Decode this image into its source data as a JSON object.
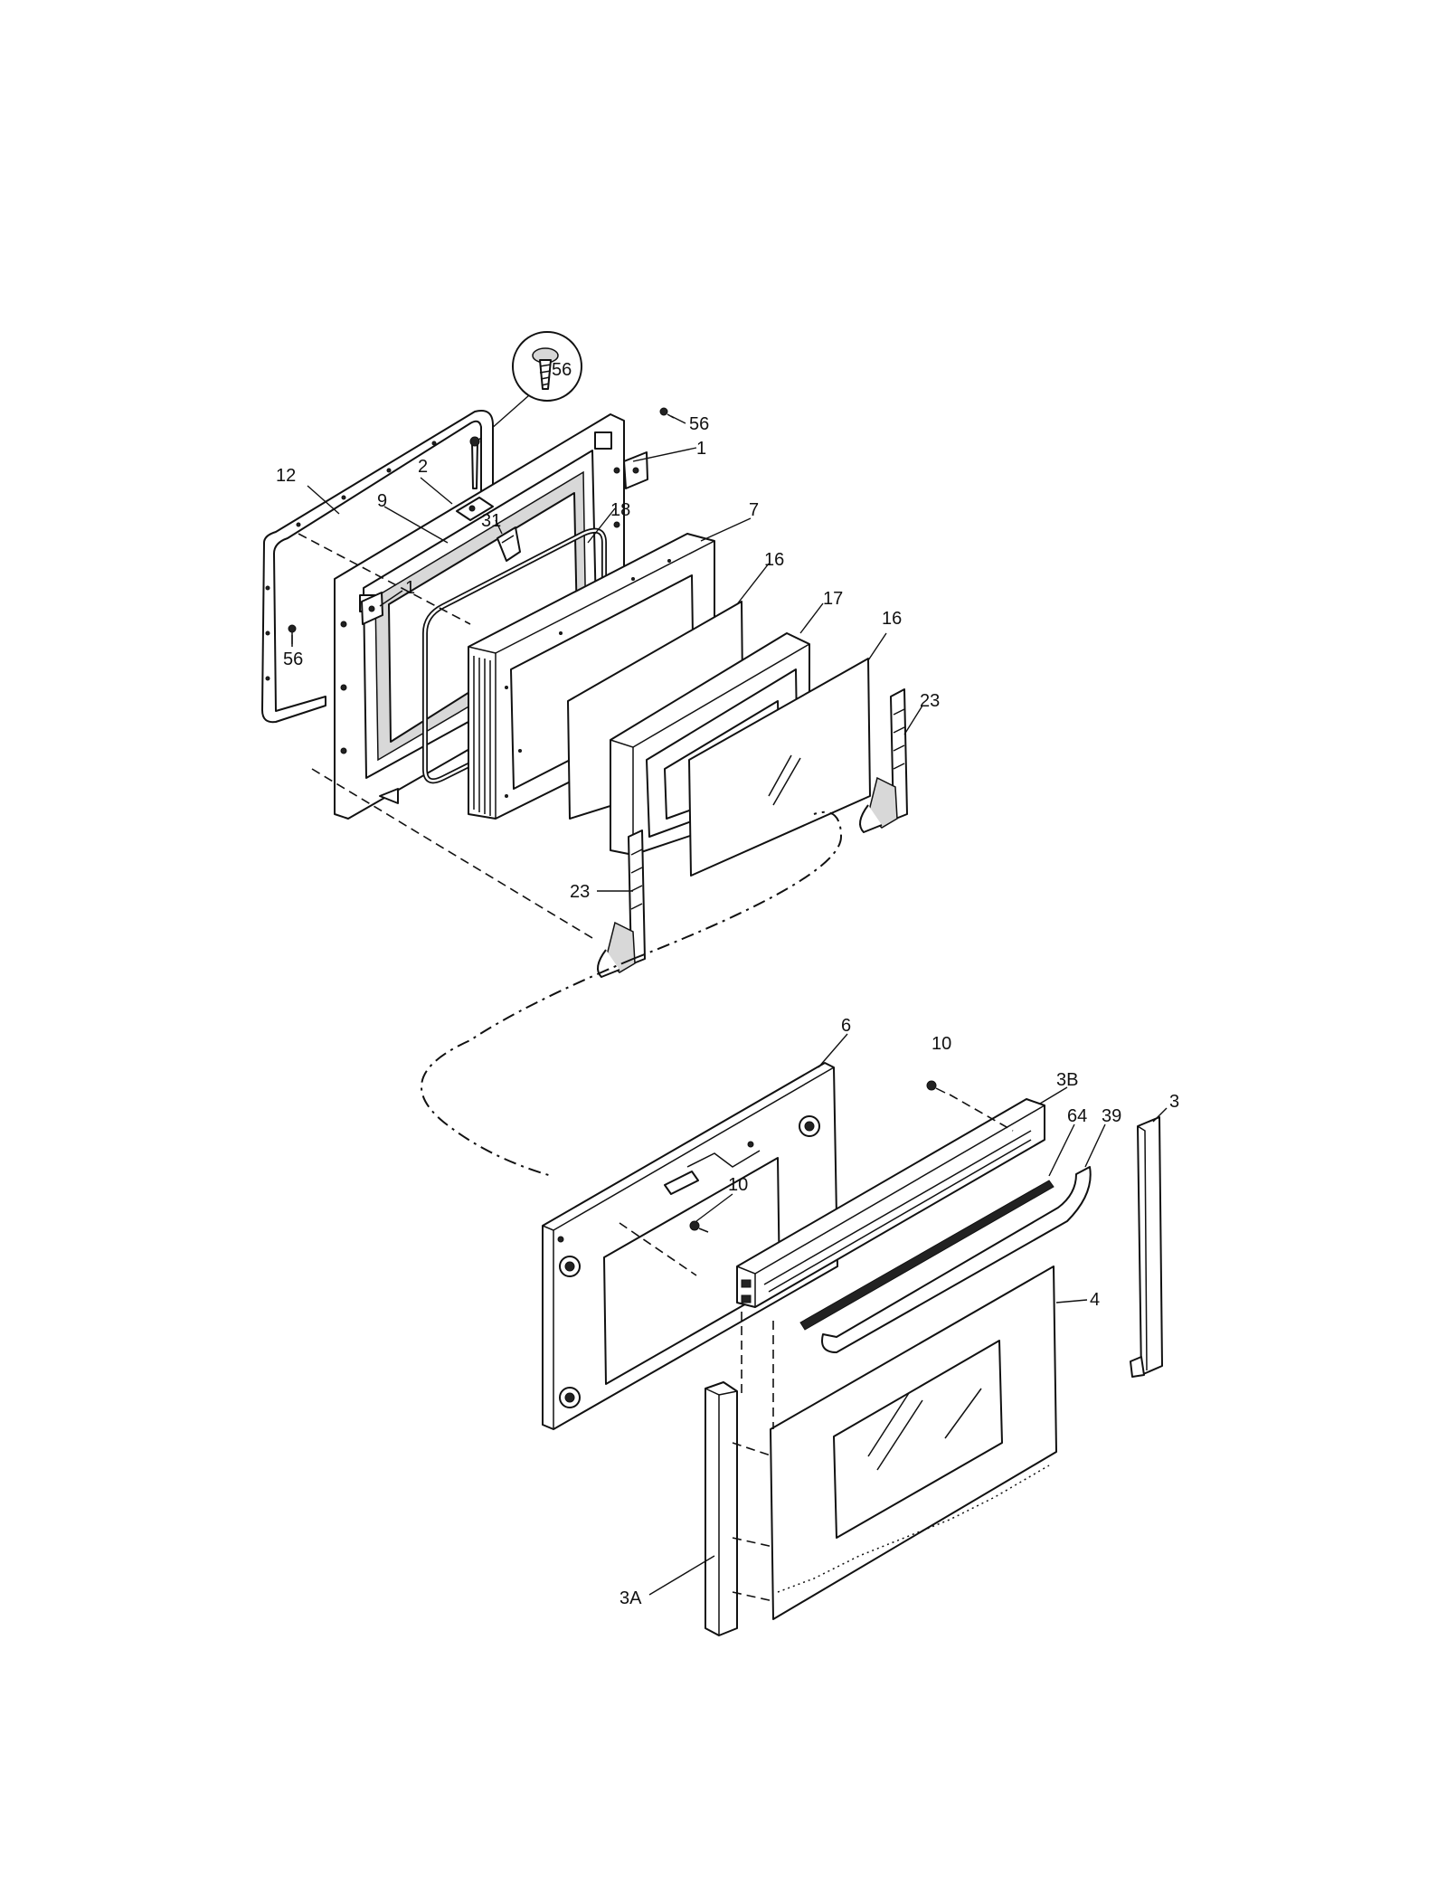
{
  "callouts": [
    {
      "id": "56-inset",
      "text": "56"
    },
    {
      "id": "56-top",
      "text": "56"
    },
    {
      "id": "1-top",
      "text": "1"
    },
    {
      "id": "12",
      "text": "12"
    },
    {
      "id": "2",
      "text": "2"
    },
    {
      "id": "9",
      "text": "9"
    },
    {
      "id": "31",
      "text": "31"
    },
    {
      "id": "18",
      "text": "18"
    },
    {
      "id": "7",
      "text": "7"
    },
    {
      "id": "1-left",
      "text": "1"
    },
    {
      "id": "16-a",
      "text": "16"
    },
    {
      "id": "17",
      "text": "17"
    },
    {
      "id": "16-b",
      "text": "16"
    },
    {
      "id": "56-left",
      "text": "56"
    },
    {
      "id": "23-right",
      "text": "23"
    },
    {
      "id": "23-left",
      "text": "23"
    },
    {
      "id": "6",
      "text": "6"
    },
    {
      "id": "10-top",
      "text": "10"
    },
    {
      "id": "3B",
      "text": "3B"
    },
    {
      "id": "3",
      "text": "3"
    },
    {
      "id": "64",
      "text": "64"
    },
    {
      "id": "39",
      "text": "39"
    },
    {
      "id": "10-mid",
      "text": "10"
    },
    {
      "id": "4",
      "text": "4"
    },
    {
      "id": "3A",
      "text": "3A"
    }
  ]
}
